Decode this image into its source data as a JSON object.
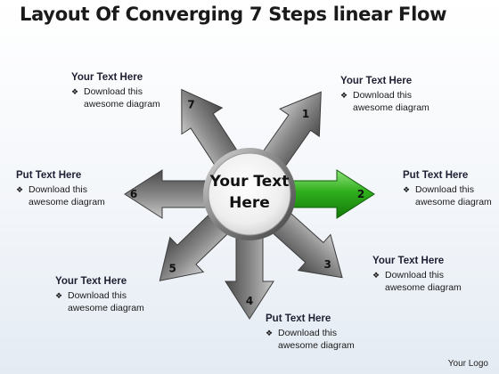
{
  "title": "Layout Of Converging 7 Steps linear Flow",
  "hub": {
    "line1": "Your Text",
    "line2": "Here"
  },
  "steps": [
    {
      "number": "1",
      "color": "#6e6e6e",
      "highlighted": false
    },
    {
      "number": "2",
      "color": "#1c9a12",
      "highlighted": true
    },
    {
      "number": "3",
      "color": "#6e6e6e",
      "highlighted": false
    },
    {
      "number": "4",
      "color": "#6e6e6e",
      "highlighted": false
    },
    {
      "number": "5",
      "color": "#6e6e6e",
      "highlighted": false
    },
    {
      "number": "6",
      "color": "#6e6e6e",
      "highlighted": false
    },
    {
      "number": "7",
      "color": "#6e6e6e",
      "highlighted": false
    }
  ],
  "blocks": [
    {
      "heading": "Your Text Here",
      "line1": "Download this",
      "line2": "awesome diagram"
    },
    {
      "heading": "Put Text Here",
      "line1": "Download this",
      "line2": "awesome diagram"
    },
    {
      "heading": "Your Text Here",
      "line1": "Download this",
      "line2": "awesome diagram"
    },
    {
      "heading": "Put Text Here",
      "line1": "Download this",
      "line2": "awesome diagram"
    },
    {
      "heading": "Your Text Here",
      "line1": "Download this",
      "line2": "awesome diagram"
    },
    {
      "heading": "Put Text Here",
      "line1": "Download this",
      "line2": "awesome diagram"
    },
    {
      "heading": "Your Text Here",
      "line1": "Download this",
      "line2": "awesome diagram"
    }
  ],
  "bullet_glyph": "❖",
  "logo": "Your Logo"
}
